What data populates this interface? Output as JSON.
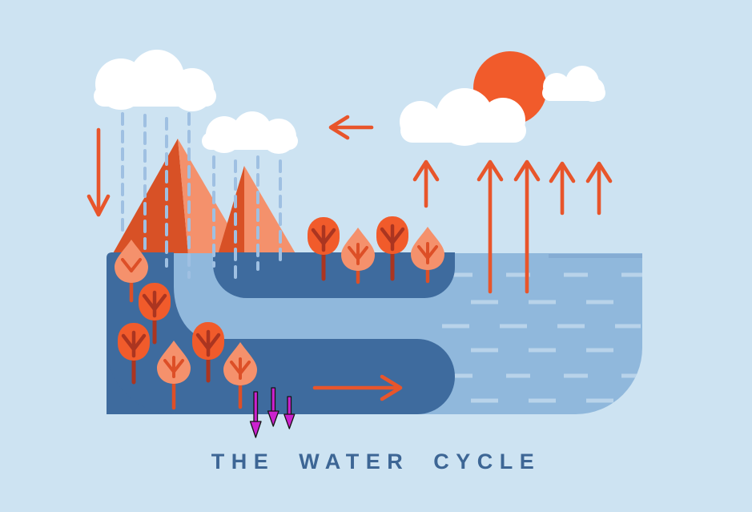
{
  "title": {
    "text": "THE WATER CYCLE"
  },
  "scene": {
    "type": "water-cycle-diagram",
    "elements": {
      "sun": "sun-icon",
      "clouds": [
        "cloud-icon",
        "cloud-icon",
        "cloud-icon",
        "cloud-icon"
      ],
      "rain_columns": 8,
      "mountains": 2,
      "trees": 10,
      "evaporation_arrow_count": 5,
      "infiltration_arrow_count": 3
    }
  },
  "colors": {
    "sky": "#cde3f2",
    "cloud": "#ffffff",
    "sun": "#f15b2b",
    "mountain_shadow": "#d85126",
    "mountain_light": "#f4916c",
    "land": "#3e6b9e",
    "water": "#90b8dc",
    "water_ripple": "#b9d3ea",
    "shoreline": "#85acd3",
    "rain": "#9fc0e2",
    "tree_orange": "#f15b2b",
    "tree_salmon": "#f5916c",
    "tree_wood_dark": "#ab3520",
    "tree_wood_red": "#dd4f27",
    "arrow_orange": "#e8552b",
    "arrow_magenta": "#cb21ce",
    "arrow_outline": "#151515",
    "title_text": "#3d6695"
  }
}
